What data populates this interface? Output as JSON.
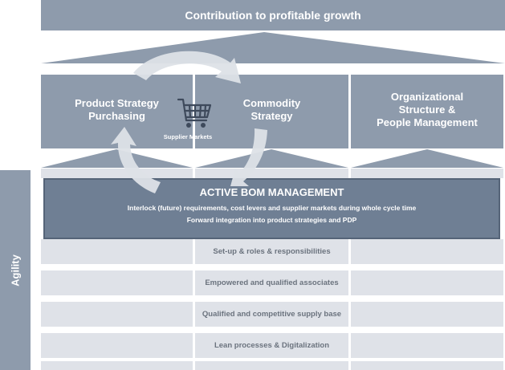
{
  "roof": {
    "title": "Contribution to profitable growth"
  },
  "pillars": [
    {
      "label": "Product Strategy\nPurchasing"
    },
    {
      "label": "Commodity\nStrategy"
    },
    {
      "label": "Organizational\nStructure &\nPeople Management"
    }
  ],
  "supplier_markets": "Supplier Markets",
  "cart_icon": "shopping-cart-icon",
  "bom": {
    "title": "ACTIVE BOM MANAGEMENT",
    "line1": "Interlock (future) requirements, cost levers and supplier markets during whole cycle time",
    "line2": "Forward integration into product strategies and PDP"
  },
  "side_label": "Agility",
  "foundation_rows": [
    "Set-up & roles & responsibilities",
    "Empowered and qualified associates",
    "Qualified and competitive supply base",
    "Lean processes & Digitalization"
  ],
  "colors": {
    "structure": "#8e9bac",
    "row_fill": "#dfe2e8",
    "bom_fill": "#6a7a90",
    "arrow": "#dde1e7"
  }
}
